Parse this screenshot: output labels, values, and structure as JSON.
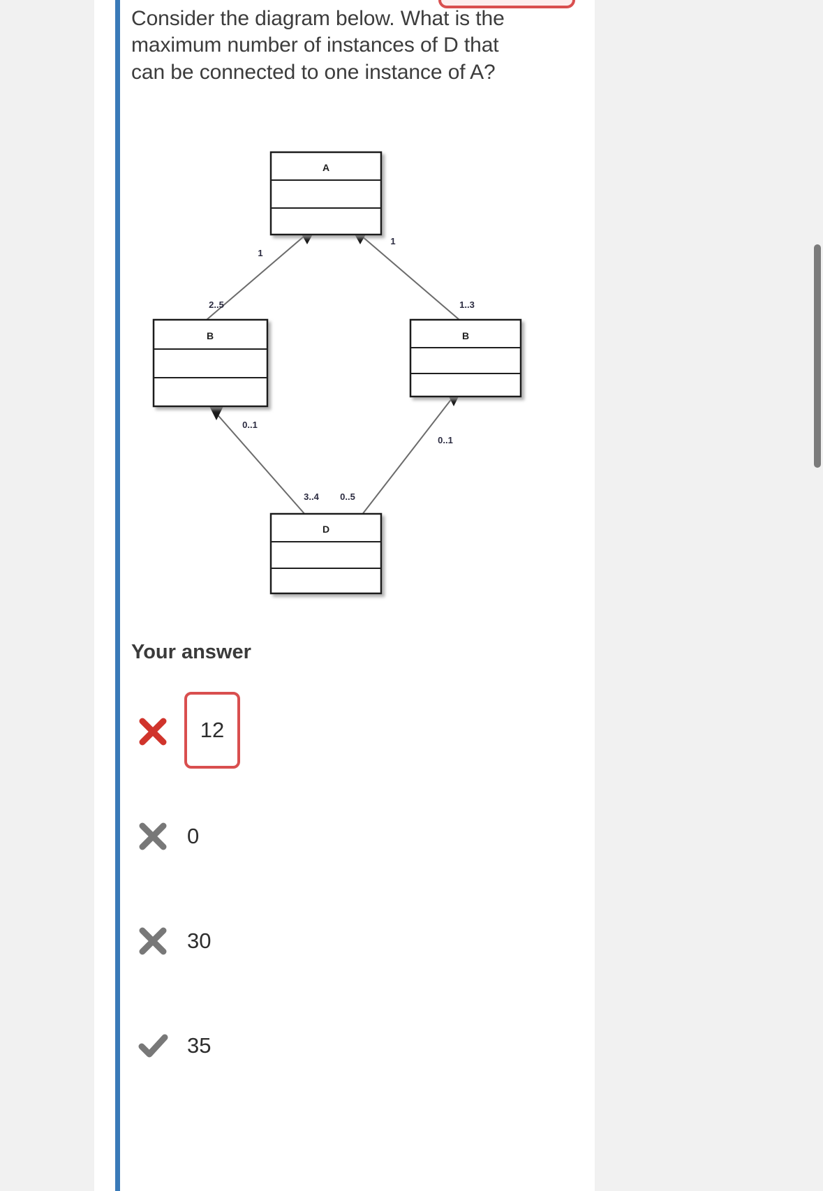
{
  "question": {
    "text": "Consider the diagram below. What is the maximum number of instances of D that can be connected to one instance of A?"
  },
  "answer_section": {
    "heading": "Your answer",
    "options": [
      {
        "label": "12",
        "mark": "cross-icon",
        "mark_color": "#d0342c",
        "state": "chosen-incorrect"
      },
      {
        "label": "0",
        "mark": "cross-icon",
        "mark_color": "#787878",
        "state": "incorrect"
      },
      {
        "label": "30",
        "mark": "cross-icon",
        "mark_color": "#787878",
        "state": "incorrect"
      },
      {
        "label": "35",
        "mark": "check-icon",
        "mark_color": "#787878",
        "state": "correct"
      }
    ]
  },
  "diagram": {
    "type": "uml-class-diagram",
    "classes": [
      {
        "id": "A",
        "name": "A"
      },
      {
        "id": "B_left",
        "name": "B"
      },
      {
        "id": "B_right",
        "name": "B"
      },
      {
        "id": "D",
        "name": "D"
      }
    ],
    "associations": [
      {
        "from": "A",
        "to": "B_left",
        "from_multiplicity": "1",
        "to_multiplicity": "2..5",
        "kind": "composition"
      },
      {
        "from": "A",
        "to": "B_right",
        "from_multiplicity": "1",
        "to_multiplicity": "1..3",
        "kind": "composition"
      },
      {
        "from": "B_left",
        "to": "D",
        "from_multiplicity": "0..1",
        "to_multiplicity": "3..4",
        "kind": "composition"
      },
      {
        "from": "B_right",
        "to": "D",
        "from_multiplicity": "0..1",
        "to_multiplicity": "0..5",
        "kind": "composition"
      }
    ],
    "labels": {
      "class_a": "A",
      "class_b_left": "B",
      "class_b_right": "B",
      "class_d": "D",
      "mult_a_left": "1",
      "mult_a_right": "1",
      "mult_b_left": "2..5",
      "mult_b_right": "1..3",
      "mult_d_from_left": "0..1",
      "mult_d_from_right": "0..1",
      "mult_d_left": "3..4",
      "mult_d_right": "0..5"
    }
  },
  "theme": {
    "accent_blue": "#3a7ab8",
    "error_red": "#d0342c",
    "neutral_gray": "#787878",
    "page_bg": "#f1f1f1"
  }
}
